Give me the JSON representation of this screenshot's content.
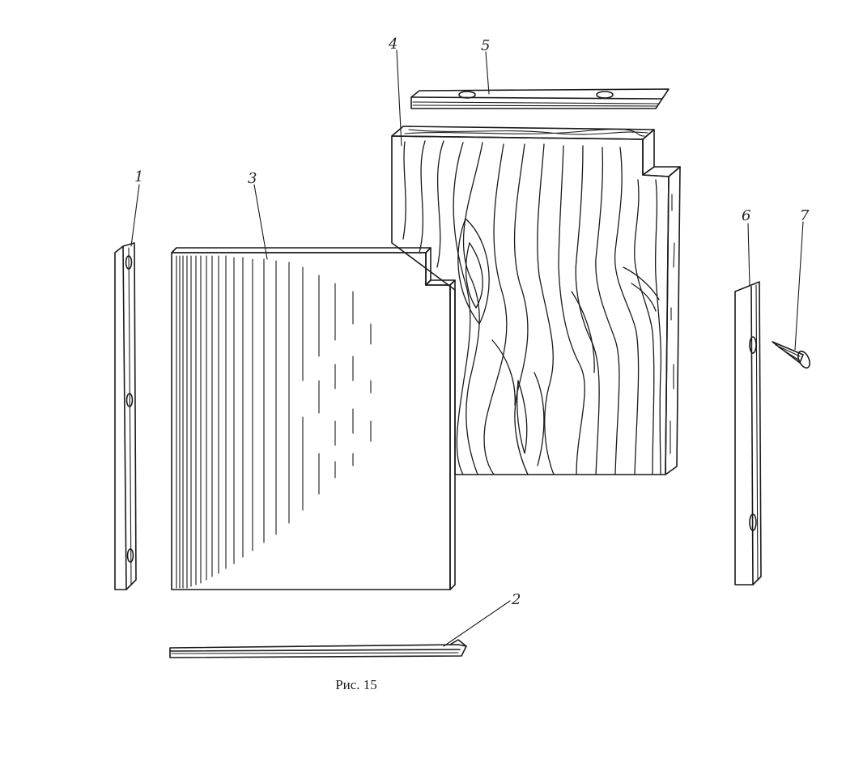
{
  "figure": {
    "caption": "Рис. 15",
    "labels": {
      "part1": "1",
      "part2": "2",
      "part3": "3",
      "part4": "4",
      "part5": "5",
      "part6": "6",
      "part7": "7"
    }
  }
}
